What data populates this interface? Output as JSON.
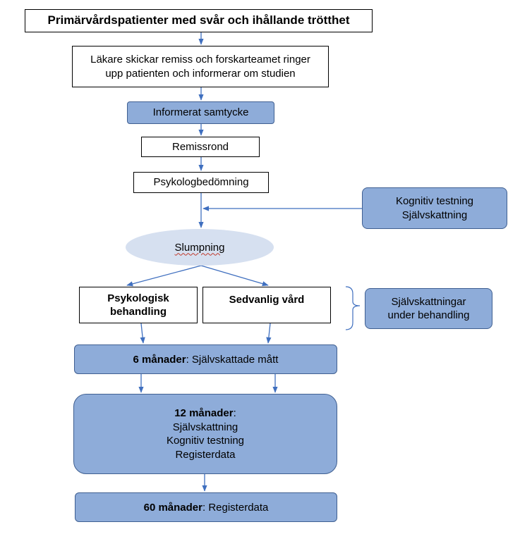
{
  "colors": {
    "box_blue": "#8eacd9",
    "box_border": "#3f5f91",
    "ellipse_fill": "#d6e0f0",
    "arrow": "#3f6fbf"
  },
  "nodes": {
    "title": "Primärvårdspatienter med svår och ihållande trötthet",
    "referral": "Läkare skickar remiss och forskarteamet ringer upp patienten och informerar om studien",
    "consent": "Informerat samtycke",
    "remissrond": "Remissrond",
    "psych_assessment": "Psykologbedömning",
    "baseline": {
      "line1": "Kognitiv testning",
      "line2": "Självskattning"
    },
    "randomization": "Slumpning",
    "arm_psych": {
      "line1": "Psykologisk",
      "line2": "behandling"
    },
    "arm_usual": "Sedvanlig vård",
    "during_treatment": {
      "line1": "Självskattningar",
      "line2": "under behandling"
    },
    "m6": {
      "bold": "6 månader",
      "rest": ": Självskattade mått"
    },
    "m12": {
      "bold": "12 månader",
      "colon": ":",
      "items": [
        "Självskattning",
        "Kognitiv testning",
        "Registerdata"
      ]
    },
    "m60": {
      "bold": "60 månader",
      "rest": ": Registerdata"
    }
  }
}
